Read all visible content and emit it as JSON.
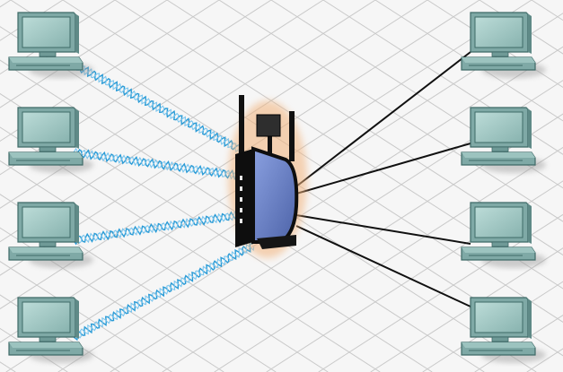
{
  "diagram": {
    "nodes": [
      {
        "id": "pc-left-1",
        "kind": "computer"
      },
      {
        "id": "pc-left-2",
        "kind": "computer"
      },
      {
        "id": "pc-left-3",
        "kind": "computer"
      },
      {
        "id": "pc-left-4",
        "kind": "computer"
      },
      {
        "id": "pc-right-1",
        "kind": "computer"
      },
      {
        "id": "pc-right-2",
        "kind": "computer"
      },
      {
        "id": "pc-right-3",
        "kind": "computer"
      },
      {
        "id": "pc-right-4",
        "kind": "computer"
      },
      {
        "id": "wireless-router",
        "kind": "wireless-router"
      }
    ],
    "links": [
      {
        "from": "pc-left-1",
        "to": "wireless-router",
        "medium": "wireless"
      },
      {
        "from": "pc-left-2",
        "to": "wireless-router",
        "medium": "wireless"
      },
      {
        "from": "pc-left-3",
        "to": "wireless-router",
        "medium": "wireless"
      },
      {
        "from": "pc-left-4",
        "to": "wireless-router",
        "medium": "wireless"
      },
      {
        "from": "wireless-router",
        "to": "pc-right-1",
        "medium": "wired"
      },
      {
        "from": "wireless-router",
        "to": "pc-right-2",
        "medium": "wired"
      },
      {
        "from": "wireless-router",
        "to": "pc-right-3",
        "medium": "wired"
      },
      {
        "from": "wireless-router",
        "to": "pc-right-4",
        "medium": "wired"
      }
    ],
    "colors": {
      "background": "#f6f6f6",
      "grid": "#c9c9c9",
      "computer_body": "#7fa9a6",
      "computer_screen": "#a9cbc7",
      "computer_outline": "#3e6a67",
      "wired_link": "#111111",
      "wireless_link": "#2a9bd6",
      "router_body": "#111111",
      "router_panel": "#6f86c9",
      "router_glow": "#f2b27a"
    }
  }
}
